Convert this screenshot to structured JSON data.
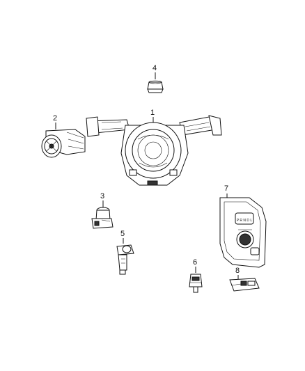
{
  "parts": [
    {
      "callout": "1",
      "name": "clockspring-multifunction-switch"
    },
    {
      "callout": "2",
      "name": "headlamp-switch"
    },
    {
      "callout": "3",
      "name": "switch-part-3"
    },
    {
      "callout": "4",
      "name": "switch-part-4"
    },
    {
      "callout": "5",
      "name": "switch-part-5"
    },
    {
      "callout": "6",
      "name": "switch-part-6"
    },
    {
      "callout": "7",
      "name": "gear-selector-panel"
    },
    {
      "callout": "8",
      "name": "switch-part-8"
    }
  ],
  "shifter_letters": "P R N D L"
}
